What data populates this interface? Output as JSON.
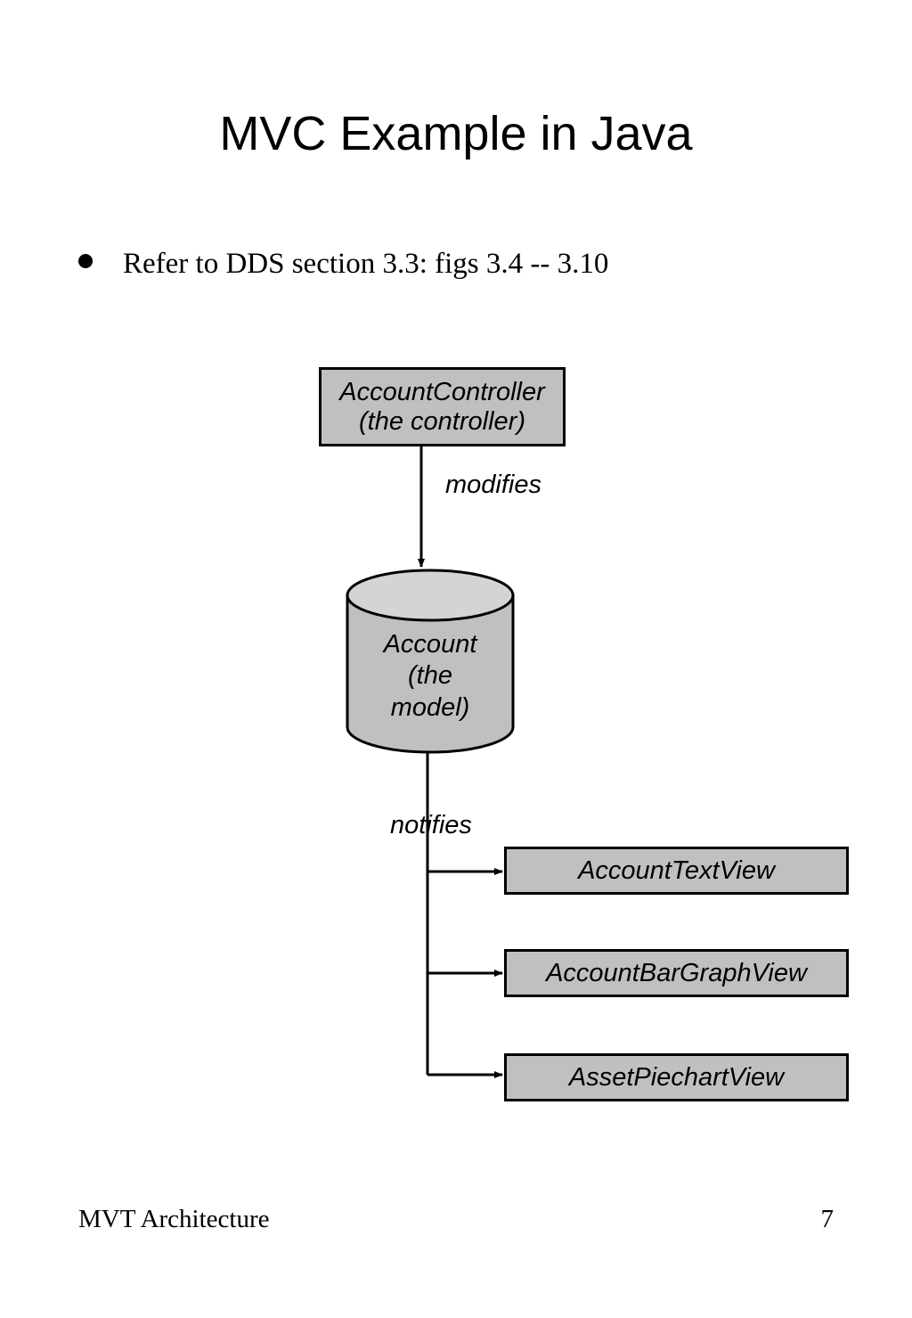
{
  "slide": {
    "title": "MVC Example in Java",
    "bullets": [
      {
        "marker": "bullet-dot",
        "text": "Refer to DDS section 3.3: figs 3.4 -- 3.10"
      }
    ],
    "footer": {
      "left": "MVT Architecture",
      "page_number": "7"
    }
  },
  "colors": {
    "node_fill": "#c0c0c0",
    "cylinder_top_fill": "#d4d4d4",
    "stroke": "#000000",
    "background": "#ffffff"
  },
  "diagram": {
    "type": "mvc-flow",
    "controller": {
      "line1": "AccountController",
      "line2": "(the controller)"
    },
    "model": {
      "line1": "Account",
      "line2": "(the",
      "line3": "model)",
      "shape": "cylinder"
    },
    "edges": [
      {
        "label": "modifies",
        "from": "AccountController",
        "to": "Account"
      },
      {
        "label": "notifies",
        "from": "Account",
        "to": "views"
      }
    ],
    "views": [
      {
        "label": "AccountTextView"
      },
      {
        "label": "AccountBarGraphView"
      },
      {
        "label": "AssetPiechartView"
      }
    ]
  }
}
